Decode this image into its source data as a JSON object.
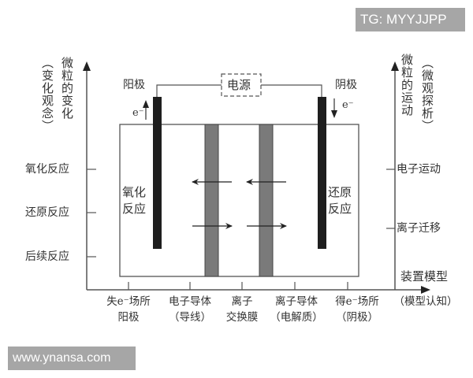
{
  "watermarks": {
    "top_right": "TG: MYYJJPP",
    "bottom_left": "www.ynansa.com"
  },
  "left_axis": {
    "title": "微粒的变化",
    "subtitle": "（变化观念）",
    "ticks": [
      "氧化反应",
      "还原反应",
      "后续反应"
    ]
  },
  "right_axis": {
    "title": "微粒的运动",
    "subtitle": "（微观探析）",
    "ticks": [
      "电子运动",
      "离子迁移"
    ]
  },
  "bottom_axis": {
    "title": "装置模型",
    "subtitle": "（模型认知）",
    "ticks": [
      {
        "line1": "失e⁻场所",
        "line2": "阳极"
      },
      {
        "line1": "电子导体",
        "line2": "（导线）"
      },
      {
        "line1": "离子",
        "line2": "交换膜"
      },
      {
        "line1": "离子导体",
        "line2": "（电解质）"
      },
      {
        "line1": "得e⁻场所",
        "line2": "（阴极）"
      }
    ]
  },
  "device": {
    "power_source": "电源",
    "anode_label": "阳极",
    "cathode_label": "阴极",
    "electron_left": "e⁻",
    "electron_right": "e⁻",
    "left_reaction": [
      "氧化",
      "反应"
    ],
    "right_reaction": [
      "还原",
      "反应"
    ]
  },
  "colors": {
    "electrode": "#1e1e1e",
    "membrane": "#7a7a7a",
    "line": "#555555",
    "watermark_bg": "#a6a6a6"
  }
}
